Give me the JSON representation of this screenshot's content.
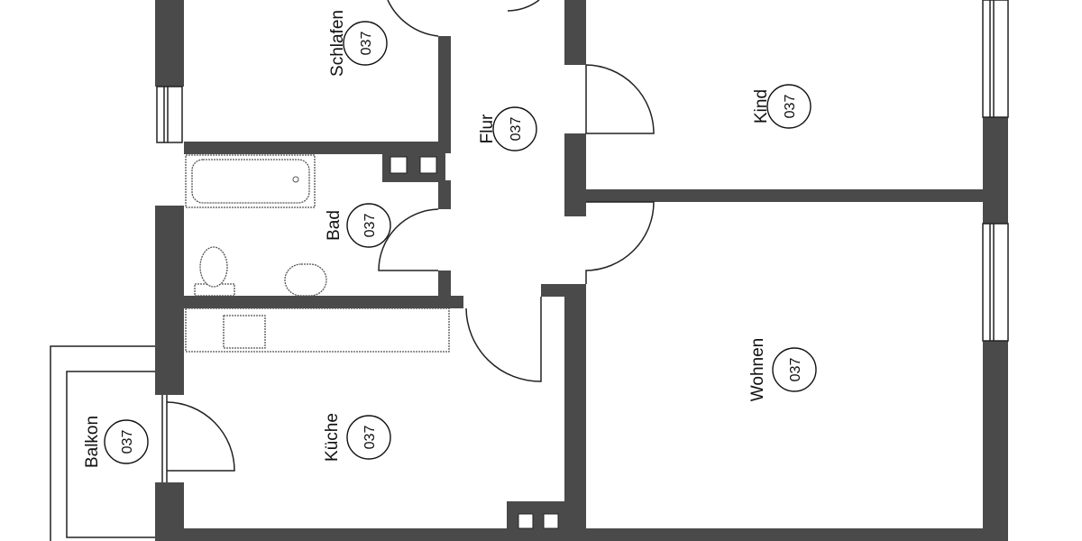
{
  "plan": {
    "rooms": [
      {
        "id": "schlafen",
        "label": "Schlafen",
        "number": "037"
      },
      {
        "id": "flur",
        "label": "Flur",
        "number": "037"
      },
      {
        "id": "kind",
        "label": "Kind",
        "number": "037"
      },
      {
        "id": "bad",
        "label": "Bad",
        "number": "037"
      },
      {
        "id": "kueche",
        "label": "Küche",
        "number": "037"
      },
      {
        "id": "wohnen",
        "label": "Wohnen",
        "number": "037"
      },
      {
        "id": "balkon",
        "label": "Balkon",
        "number": "037"
      }
    ],
    "colors": {
      "wall": "#4a4a4a",
      "line": "#222222",
      "background": "#ffffff"
    }
  }
}
